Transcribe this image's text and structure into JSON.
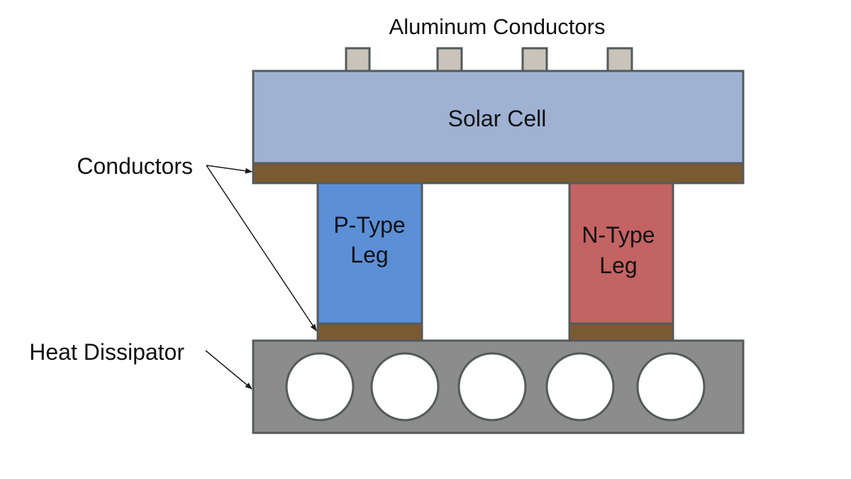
{
  "title": "Solar Thermoelectric Module Diagram",
  "labels": {
    "aluminum_conductors": "Aluminum Conductors",
    "solar_cell": "Solar Cell",
    "conductors": "Conductors",
    "p_type_line1": "P-Type",
    "p_type_line2": "Leg",
    "n_type_line1": "N-Type",
    "n_type_line2": "Leg",
    "heat_dissipator": "Heat Dissipator"
  },
  "colors": {
    "outline": "#545a5c",
    "solar_cell": "#9fb2d3",
    "conductor": "#7b5a32",
    "aluminum": "#c8c4ba",
    "p_type": "#5b8fd6",
    "n_type": "#c46363",
    "heat_dissipator": "#8c8c8c",
    "hole": "#ffffff",
    "arrow": "#1a1a1a"
  },
  "counts": {
    "aluminum_tabs": 4,
    "cooling_holes": 5
  }
}
